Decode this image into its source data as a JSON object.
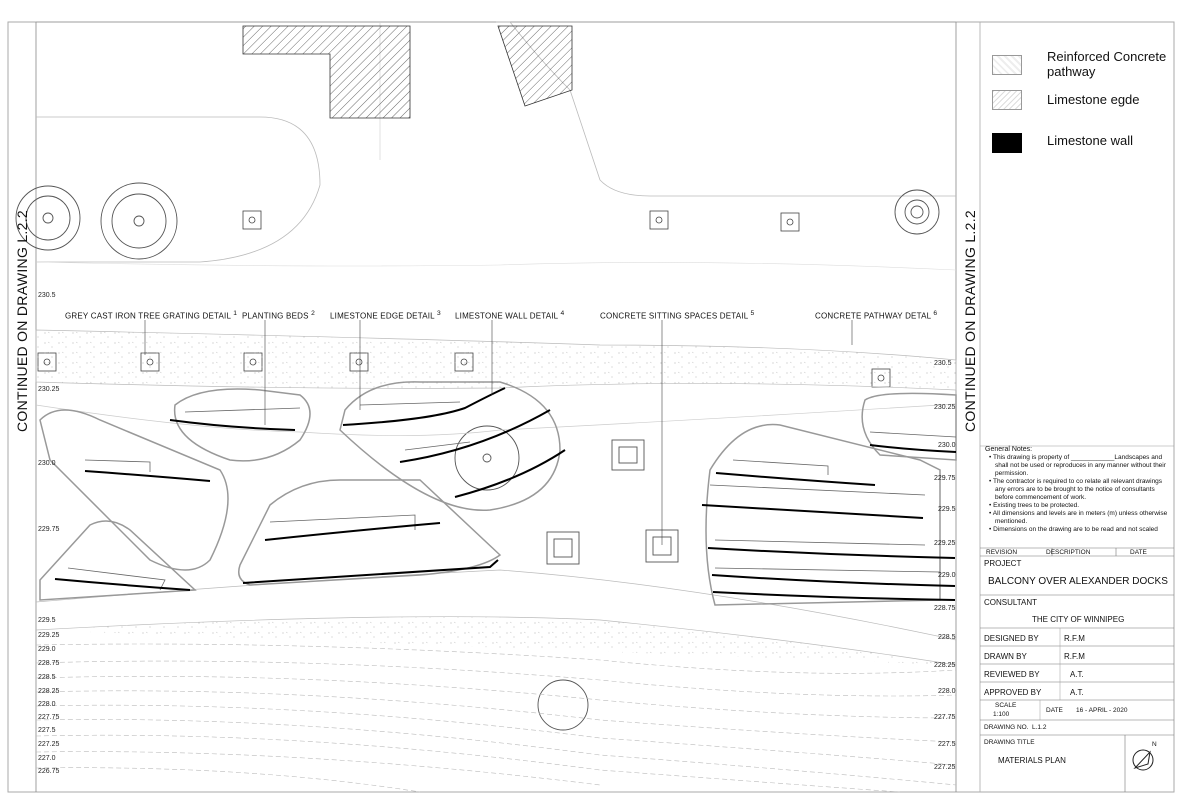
{
  "side_labels": {
    "left": "CONTINUED ON DRAWING L.2.2",
    "right": "CONTINUED ON DRAWING L.2.2"
  },
  "legend": [
    {
      "label": "Reinforced  Concrete pathway",
      "swatch": "concrete"
    },
    {
      "label": "Limestone egde",
      "swatch": "edge"
    },
    {
      "label": "Limestone wall",
      "swatch": "wall"
    }
  ],
  "detail_labels": [
    {
      "text": "GREY CAST IRON TREE GRATING DETAIL",
      "ref": "1"
    },
    {
      "text": "PLANTING BEDS",
      "ref": "2"
    },
    {
      "text": "LIMESTONE EDGE DETAIL",
      "ref": "3"
    },
    {
      "text": "LIMESTONE WALL DETAIL",
      "ref": "4"
    },
    {
      "text": "CONCRETE SITTING SPACES DETAIL",
      "ref": "5"
    },
    {
      "text": "CONCRETE PATHWAY DETAL",
      "ref": "6"
    }
  ],
  "levels_left": [
    "230.5",
    "230.25",
    "230.0",
    "229.75",
    "229.5",
    "229.25",
    "229.0",
    "228.75",
    "228.5",
    "228.25",
    "228.0",
    "227.75",
    "227.5",
    "227.25",
    "227.0",
    "226.75"
  ],
  "levels_right": [
    "230.5",
    "230.25",
    "230.0",
    "229.75",
    "229.5",
    "229.25",
    "229.0",
    "228.75",
    "228.5",
    "228.25",
    "228.0",
    "227.75",
    "227.5",
    "227.25"
  ],
  "notes": {
    "title": "General Notes:",
    "items": [
      "This drawing is property of ____________Landscapes and shall not be used or reproduces in any manner without their permission.",
      "The contractor is required to co relate all relevant drawings any errors are to be brought to the notice of consultants before commencement of work.",
      "Existing trees to be protected.",
      "All dimensions and levels are in meters (m) unless otherwise mentioned.",
      "Dimensions on the drawing are to be read and not scaled"
    ]
  },
  "title_block": {
    "revision_header": [
      "REVISION",
      "DESCRIPTION",
      "DATE"
    ],
    "project_label": "PROJECT",
    "project": "BALCONY OVER ALEXANDER DOCKS",
    "consultant_label": "CONSULTANT",
    "consultant": "THE CITY OF WINNIPEG",
    "designed_by_label": "DESIGNED BY",
    "designed_by": "R.F.M",
    "drawn_by_label": "DRAWN  BY",
    "drawn_by": "R.F.M",
    "reviewed_by_label": "REVIEWED BY",
    "reviewed_by": "A.T.",
    "approved_by_label": "APPROVED BY",
    "approved_by": "A.T.",
    "scale_label": "SCALE",
    "scale": "1:100",
    "date_label": "DATE",
    "date": "16 - APRIL - 2020",
    "drawing_no_label": "DRAWING NO.",
    "drawing_no": "L.1.2",
    "drawing_title_label": "DRAWING TITLE",
    "drawing_title": "MATERIALS PLAN",
    "north_label": "N"
  }
}
